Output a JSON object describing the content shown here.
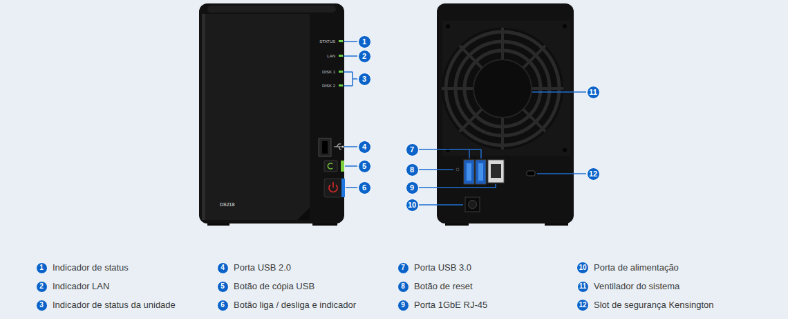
{
  "diagram": {
    "nodes": [
      {
        "text": [
          "1"
        ]
      },
      {
        "text": [
          "2"
        ]
      },
      {
        "text": [
          "3"
        ]
      },
      {
        "text": [
          "4"
        ]
      },
      {
        "text": [
          "5"
        ]
      },
      {
        "text": [
          "6"
        ]
      },
      {
        "text": [
          "7"
        ]
      },
      {
        "text": [
          "8"
        ]
      },
      {
        "text": [
          "9"
        ]
      },
      {
        "text": [
          "10"
        ]
      },
      {
        "text": [
          "11"
        ]
      },
      {
        "text": [
          "12"
        ]
      },
      {
        "text": [
          "1"
        ]
      },
      {
        "text": [
          "4"
        ]
      },
      {
        "text": [
          "7"
        ]
      },
      {
        "text": [
          "10"
        ]
      },
      {
        "text": [
          "2"
        ]
      },
      {
        "text": [
          "5"
        ]
      },
      {
        "text": [
          "8"
        ]
      },
      {
        "text": [
          "11"
        ]
      },
      {
        "text": [
          "3"
        ]
      },
      {
        "text": [
          "6"
        ]
      },
      {
        "text": [
          "9"
        ]
      },
      {
        "text": [
          "12"
        ]
      }
    ],
    "labels": [
      "STATUS",
      "LAN",
      "DISK 1",
      "DISK 2",
      "DS218",
      "Indicador de status",
      "Porta USB 2.0",
      "Porta USB 3.0",
      "Porta de alimentação",
      "Indicador LAN",
      "Botão de cópia USB",
      "Botão de reset",
      "Ventilador do sistema",
      "Indicador de status da unidade",
      "Botão liga / desliga e indicador",
      "Porta 1GbE RJ-45",
      "Slot de segurança Kensington"
    ]
  }
}
